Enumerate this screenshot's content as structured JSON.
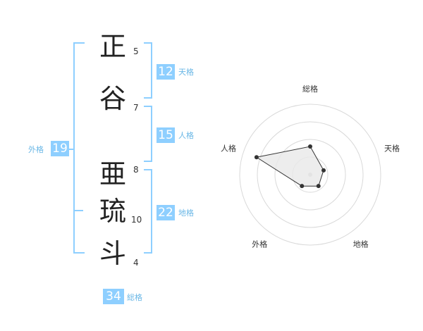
{
  "name": {
    "characters": [
      {
        "char": "正",
        "strokes": "5"
      },
      {
        "char": "谷",
        "strokes": "7"
      },
      {
        "char": "亜",
        "strokes": "8"
      },
      {
        "char": "琉",
        "strokes": "10"
      },
      {
        "char": "斗",
        "strokes": "4"
      }
    ]
  },
  "kakusu": {
    "tenkaku": {
      "value": "12",
      "label": "天格"
    },
    "jinkaku": {
      "value": "15",
      "label": "人格"
    },
    "chikaku": {
      "value": "22",
      "label": "地格"
    },
    "gaikaku": {
      "value": "19",
      "label": "外格"
    },
    "soukaku": {
      "value": "34",
      "label": "総格"
    }
  },
  "radar": {
    "axes": [
      "総格",
      "天格",
      "地格",
      "外格",
      "人格"
    ],
    "levels": 4,
    "scores": [
      2,
      1,
      1,
      1,
      4
    ],
    "max": 5,
    "colors": {
      "grid": "#d9d9d9",
      "fill": "#e8e8e8",
      "line": "#333333",
      "center": "#cccccc"
    }
  },
  "colors": {
    "accent": "#8ecfff"
  }
}
